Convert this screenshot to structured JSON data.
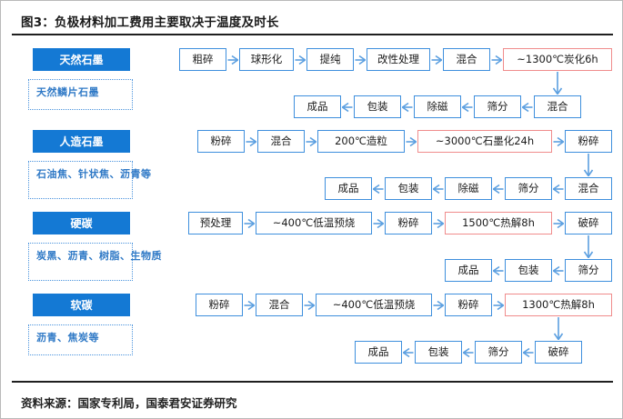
{
  "title": "图3：负极材料加工费用主要取决于温度及时长",
  "source": "资料来源：国家专利局，国泰君安证券研究",
  "colors": {
    "box_border": "#3e8fdd",
    "hot_border": "#f08c8c",
    "category_fill": "#1479d4",
    "arrow": "#5b9fe0",
    "rule": "#1f1f1f",
    "sub_text": "#2f79c6"
  },
  "rows": [
    {
      "category": "天然石墨",
      "materials": "天然鳞片石墨",
      "forward": [
        {
          "label": "粗碎",
          "hot": false
        },
        {
          "label": "球形化",
          "hot": false
        },
        {
          "label": "提纯",
          "hot": false
        },
        {
          "label": "改性处理",
          "hot": false
        },
        {
          "label": "混合",
          "hot": false
        },
        {
          "label": "~1300℃炭化6h",
          "hot": true
        }
      ],
      "return": [
        {
          "label": "混合",
          "hot": false
        },
        {
          "label": "筛分",
          "hot": false
        },
        {
          "label": "除磁",
          "hot": false
        },
        {
          "label": "包装",
          "hot": false
        },
        {
          "label": "成品",
          "hot": false
        }
      ]
    },
    {
      "category": "人造石墨",
      "materials": "石油焦、针状焦、沥青等",
      "forward": [
        {
          "label": "粉碎",
          "hot": false
        },
        {
          "label": "混合",
          "hot": false
        },
        {
          "label": "200℃造粒",
          "hot": false
        },
        {
          "label": "~3000℃石墨化24h",
          "hot": true
        },
        {
          "label": "粉碎",
          "hot": false
        }
      ],
      "return": [
        {
          "label": "混合",
          "hot": false
        },
        {
          "label": "筛分",
          "hot": false
        },
        {
          "label": "除磁",
          "hot": false
        },
        {
          "label": "包装",
          "hot": false
        },
        {
          "label": "成品",
          "hot": false
        }
      ]
    },
    {
      "category": "硬碳",
      "materials": "炭黑、沥青、树脂、生物质",
      "forward": [
        {
          "label": "预处理",
          "hot": false
        },
        {
          "label": "~400℃低温预烧",
          "hot": false
        },
        {
          "label": "粉碎",
          "hot": false
        },
        {
          "label": "1500℃热解8h",
          "hot": true
        },
        {
          "label": "破碎",
          "hot": false
        }
      ],
      "return": [
        {
          "label": "筛分",
          "hot": false
        },
        {
          "label": "包装",
          "hot": false
        },
        {
          "label": "成品",
          "hot": false
        }
      ]
    },
    {
      "category": "软碳",
      "materials": "沥青、焦炭等",
      "forward": [
        {
          "label": "粉碎",
          "hot": false
        },
        {
          "label": "混合",
          "hot": false
        },
        {
          "label": "~400℃低温预烧",
          "hot": false
        },
        {
          "label": "粉碎",
          "hot": false
        },
        {
          "label": "1300℃热解8h",
          "hot": true
        }
      ],
      "return": [
        {
          "label": "破碎",
          "hot": false
        },
        {
          "label": "筛分",
          "hot": false
        },
        {
          "label": "包装",
          "hot": false
        },
        {
          "label": "成品",
          "hot": false
        }
      ]
    }
  ]
}
